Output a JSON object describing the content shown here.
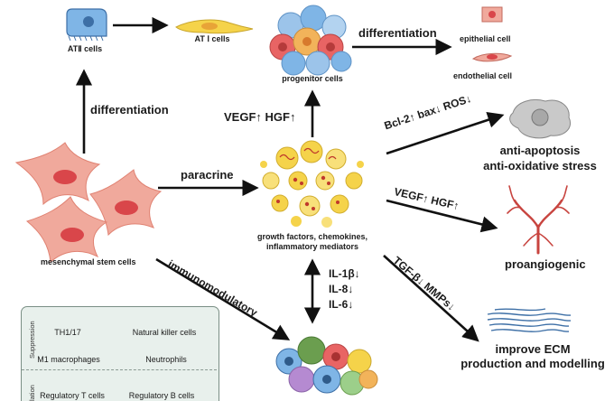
{
  "figure": {
    "cells": {
      "msc": "mesenchymal stem cells",
      "at2": "ATⅡ cells",
      "at1": "AT Ⅰ cells",
      "progenitor": "progenitor cells",
      "epithelial": "epithelial cell",
      "endothelial": "endothelial cell"
    },
    "arrows": {
      "diff_left": "differentiation",
      "diff_right": "differentiation",
      "paracrine": "paracrine",
      "vegf_hgf_up": "VEGF↑  HGF↑",
      "bcl_bax_ros": "Bcl-2↑  bax↓ ROS↓",
      "vegf_hgf_right": "VEGF↑  HGF↑",
      "tgf_mmps": "TGF-β↓  MMPs↓",
      "immunomodulatory": "immunomodulatory",
      "il1b": "IL-1β↓",
      "il8": "IL-8↓",
      "il6": "IL-6↓"
    },
    "factors": [
      "growth factors, chemokines,",
      "inflammatory mediators"
    ],
    "outcomes": {
      "anti1": "anti-apoptosis",
      "anti2": "anti-oxidative stress",
      "proangiogenic": "proangiogenic",
      "ecm1": "improve ECM",
      "ecm2": "production and modelling"
    },
    "legend": {
      "suppression": "Suppression",
      "activation": "lation",
      "th": "TH1/17",
      "nk": "Natural killer cells",
      "m1": "M1 macrophages",
      "neut": "Neutrophils",
      "treg": "Regulatory T cells",
      "breg": "Regulatory B cells"
    }
  },
  "colors": {
    "arrow": "#111111",
    "msc_cell": "#f0a99c",
    "msc_nucleus": "#d9464a",
    "factor_yellow": "#f5d34a",
    "progenitor_blue": "#7fb5e6",
    "progenitor_red": "#e86464",
    "vessel": "#c8443f",
    "fiber": "#3d6fa6",
    "legend_bg": "#e8f0ec"
  }
}
